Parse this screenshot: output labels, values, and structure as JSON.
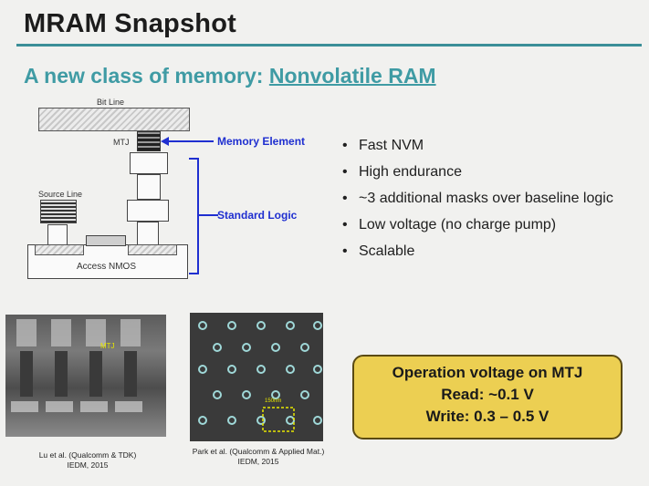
{
  "slide": {
    "title": "MRAM Snapshot",
    "subtitle_prefix": "A new class of memory: ",
    "subtitle_link": "Nonvolatile RAM"
  },
  "diagram": {
    "bit_line": "Bit Line",
    "mtj": "MTJ",
    "memory_element": "Memory Element",
    "source_line": "Source Line",
    "standard_logic": "Standard Logic",
    "access_nmos": "Access NMOS"
  },
  "bullets": [
    "Fast NVM",
    "High endurance",
    "~3 additional masks over baseline logic",
    "Low voltage (no charge pump)",
    "Scalable"
  ],
  "photos": {
    "photo1_label": "MTJ",
    "caption1_line1": "Lu et al. (Qualcomm & TDK)",
    "caption1_line2": "IEDM, 2015",
    "photo2_scale": "150nm",
    "caption2_line1": "Park et al. (Qualcomm & Applied Mat.)",
    "caption2_line2": "IEDM, 2015"
  },
  "voltage_box": {
    "heading": "Operation voltage on MTJ",
    "read": "Read: ~0.1 V",
    "write": "Write: 0.3 – 0.5 V"
  },
  "colors": {
    "accent": "#3f9ba4",
    "arrow_blue": "#1f2fd0",
    "box_fill": "#eccf52"
  }
}
